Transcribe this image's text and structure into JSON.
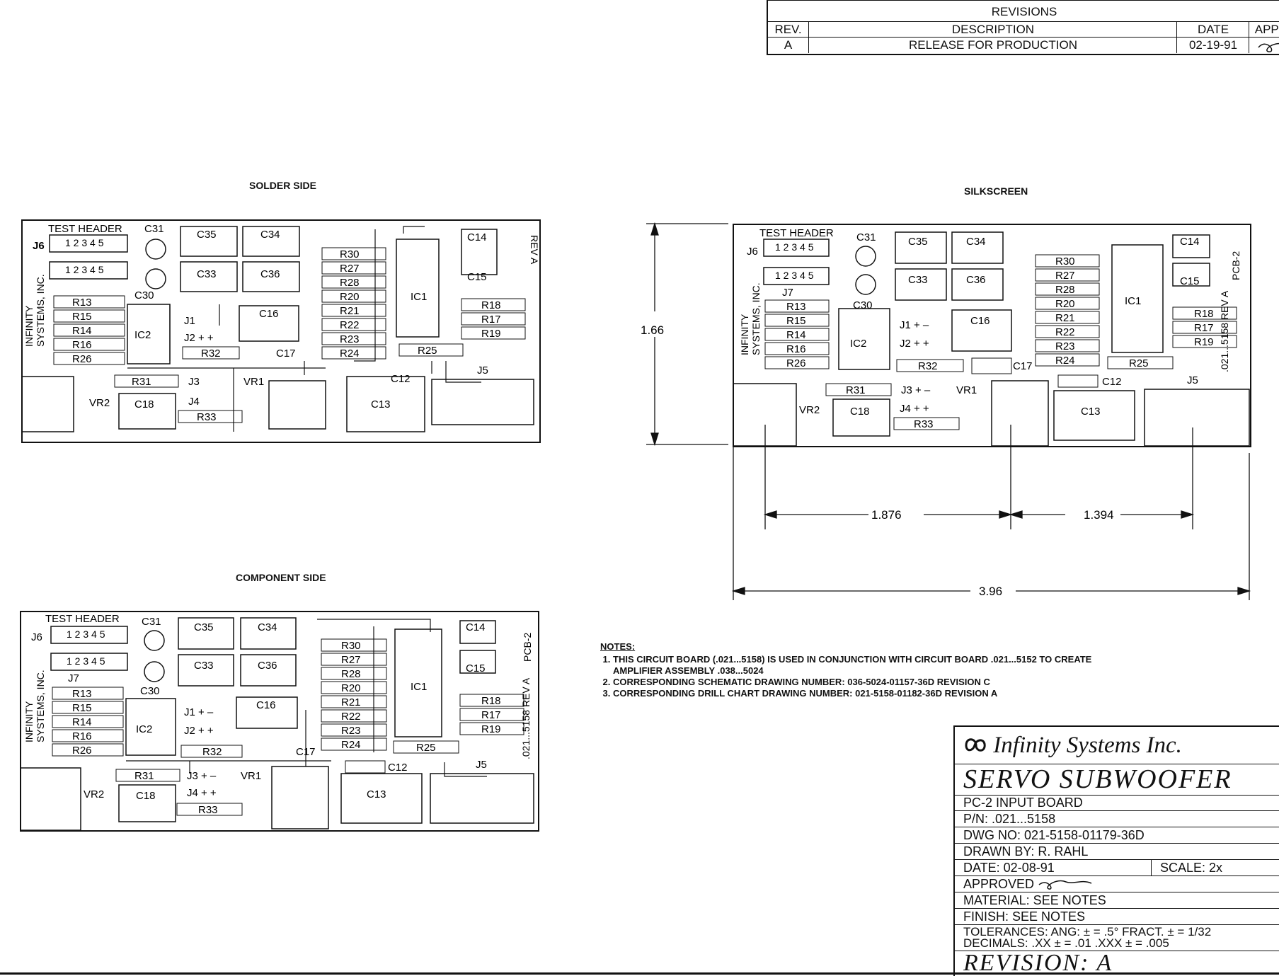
{
  "revisions": {
    "title": "REVISIONS",
    "headers": [
      "REV.",
      "DESCRIPTION",
      "DATE",
      "APPROVED"
    ],
    "rows": [
      {
        "rev": "A",
        "description": "RELEASE FOR PRODUCTION",
        "date": "02-19-91"
      }
    ]
  },
  "views": {
    "solder": "SOLDER SIDE",
    "silkscreen": "SILKSCREEN",
    "component": "COMPONENT SIDE"
  },
  "board": {
    "test_header": "TEST HEADER",
    "company_vertical": "INFINITY SYSTEMS, INC.",
    "pcb_label": "PCB-2 REV A",
    "part_vertical": ".021...5158",
    "header_pins": "1 2 3 4 5",
    "components": [
      "J6",
      "J7",
      "C31",
      "C30",
      "C35",
      "C34",
      "C33",
      "C36",
      "C16",
      "R13",
      "R15",
      "R14",
      "R16",
      "R26",
      "IC2",
      "J1",
      "J2",
      "R32",
      "C17",
      "R30",
      "R27",
      "R28",
      "R20",
      "R21",
      "R22",
      "R23",
      "R24",
      "IC1",
      "R25",
      "C14",
      "C15",
      "R18",
      "R17",
      "R19",
      "C12",
      "J5",
      "C13",
      "R31",
      "J3",
      "VR1",
      "VR2",
      "C18",
      "J4",
      "R33"
    ]
  },
  "dimensions": {
    "height": "1.66",
    "span_left": "1.876",
    "span_right": "1.394",
    "width": "3.96"
  },
  "notes": {
    "title": "NOTES:",
    "items": [
      "THIS CIRCUIT BOARD (.021...5158) IS USED IN CONJUNCTION WITH CIRCUIT BOARD .021...5152 TO CREATE AMPLIFIER ASSEMBLY .038...5024",
      "CORRESPONDING SCHEMATIC DRAWING NUMBER: 036-5024-01157-36D REVISION C",
      "CORRESPONDING DRILL CHART DRAWING NUMBER: 021-5158-01182-36D REVISION A"
    ]
  },
  "title_block": {
    "company": "Infinity Systems Inc.",
    "project": "SERVO SUBWOOFER",
    "board_name": "PC-2 INPUT BOARD",
    "part_number": "P/N:  .021...5158",
    "drawing_number": "DWG NO:   021-5158-01179-36D",
    "drawn_by": "DRAWN BY:  R. RAHL",
    "date": "DATE:   02-08-91",
    "scale": "SCALE:   2x",
    "approved": "APPROVED",
    "material": "MATERIAL:   SEE NOTES",
    "finish": "FINISH:   SEE NOTES",
    "tolerances_1": "TOLERANCES:  ANG: ± = .5°    FRACT. ± = 1/32",
    "tolerances_2": "DECIMALS:  .XX ± = .01     .XXX ± = .005",
    "revision": "REVISION:   A"
  }
}
